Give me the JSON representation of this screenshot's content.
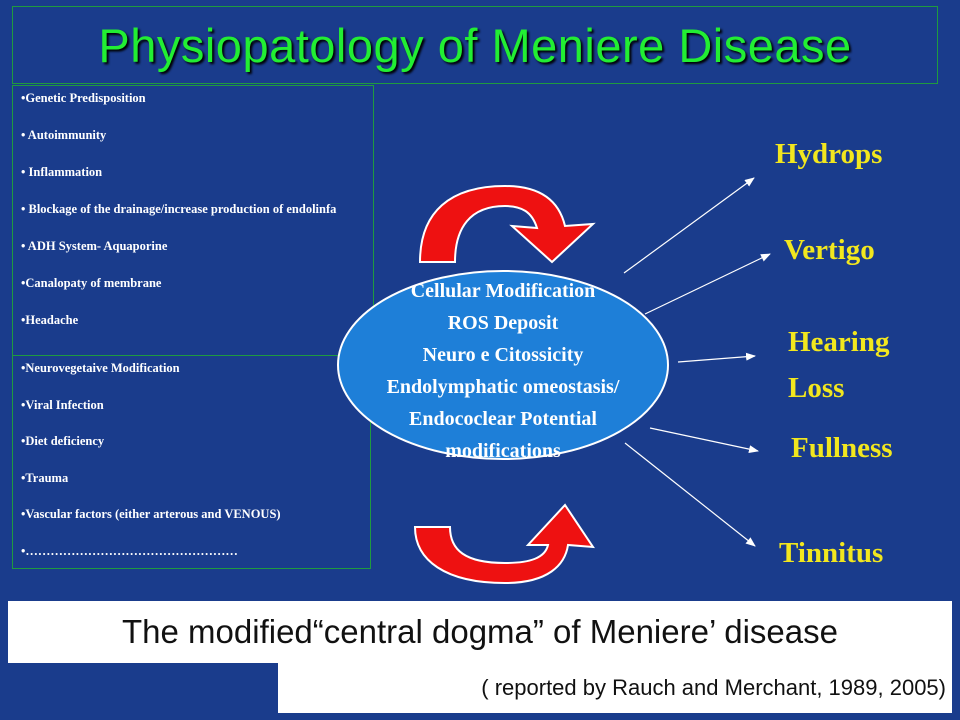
{
  "title": "Physiopatology of Meniere Disease",
  "factors_box_1": [
    "•Genetic Predisposition",
    "• Autoimmunity",
    "• Inflammation",
    "• Blockage of the drainage/increase  production  of endolinfa",
    "• ADH System- Aquaporine",
    "•Canalopaty  of membrane",
    "•Headache"
  ],
  "factors_box_2": [
    "•Neurovegetaive Modification",
    "•Viral  Infection",
    "•Diet deficiency",
    "•Trauma",
    "•Vascular  factors (either arterous  and VENOUS)",
    "•……………………………………………"
  ],
  "center_lines": [
    "Cellular Modification",
    "ROS Deposit",
    "Neuro e Citossicity",
    "Endolymphatic omeostasis/",
    "Endococlear Potential",
    "modifications"
  ],
  "outcomes": {
    "hydrops": "Hydrops",
    "vertigo": "Vertigo",
    "hearing_1": "Hearing",
    "hearing_2": "Loss",
    "fullness": "Fullness",
    "tinnitus": "Tinnitus"
  },
  "caption": "The  modified“central dogma” of Meniere’ disease",
  "reference": "( reported by Rauch and Merchant, 1989, 2005)",
  "colors": {
    "background": "#1a3c8c",
    "title": "#22ee33",
    "outcome_text": "#f2e71e",
    "ellipse_fill": "#1e7fd8",
    "arrow_red": "#ee1111"
  }
}
